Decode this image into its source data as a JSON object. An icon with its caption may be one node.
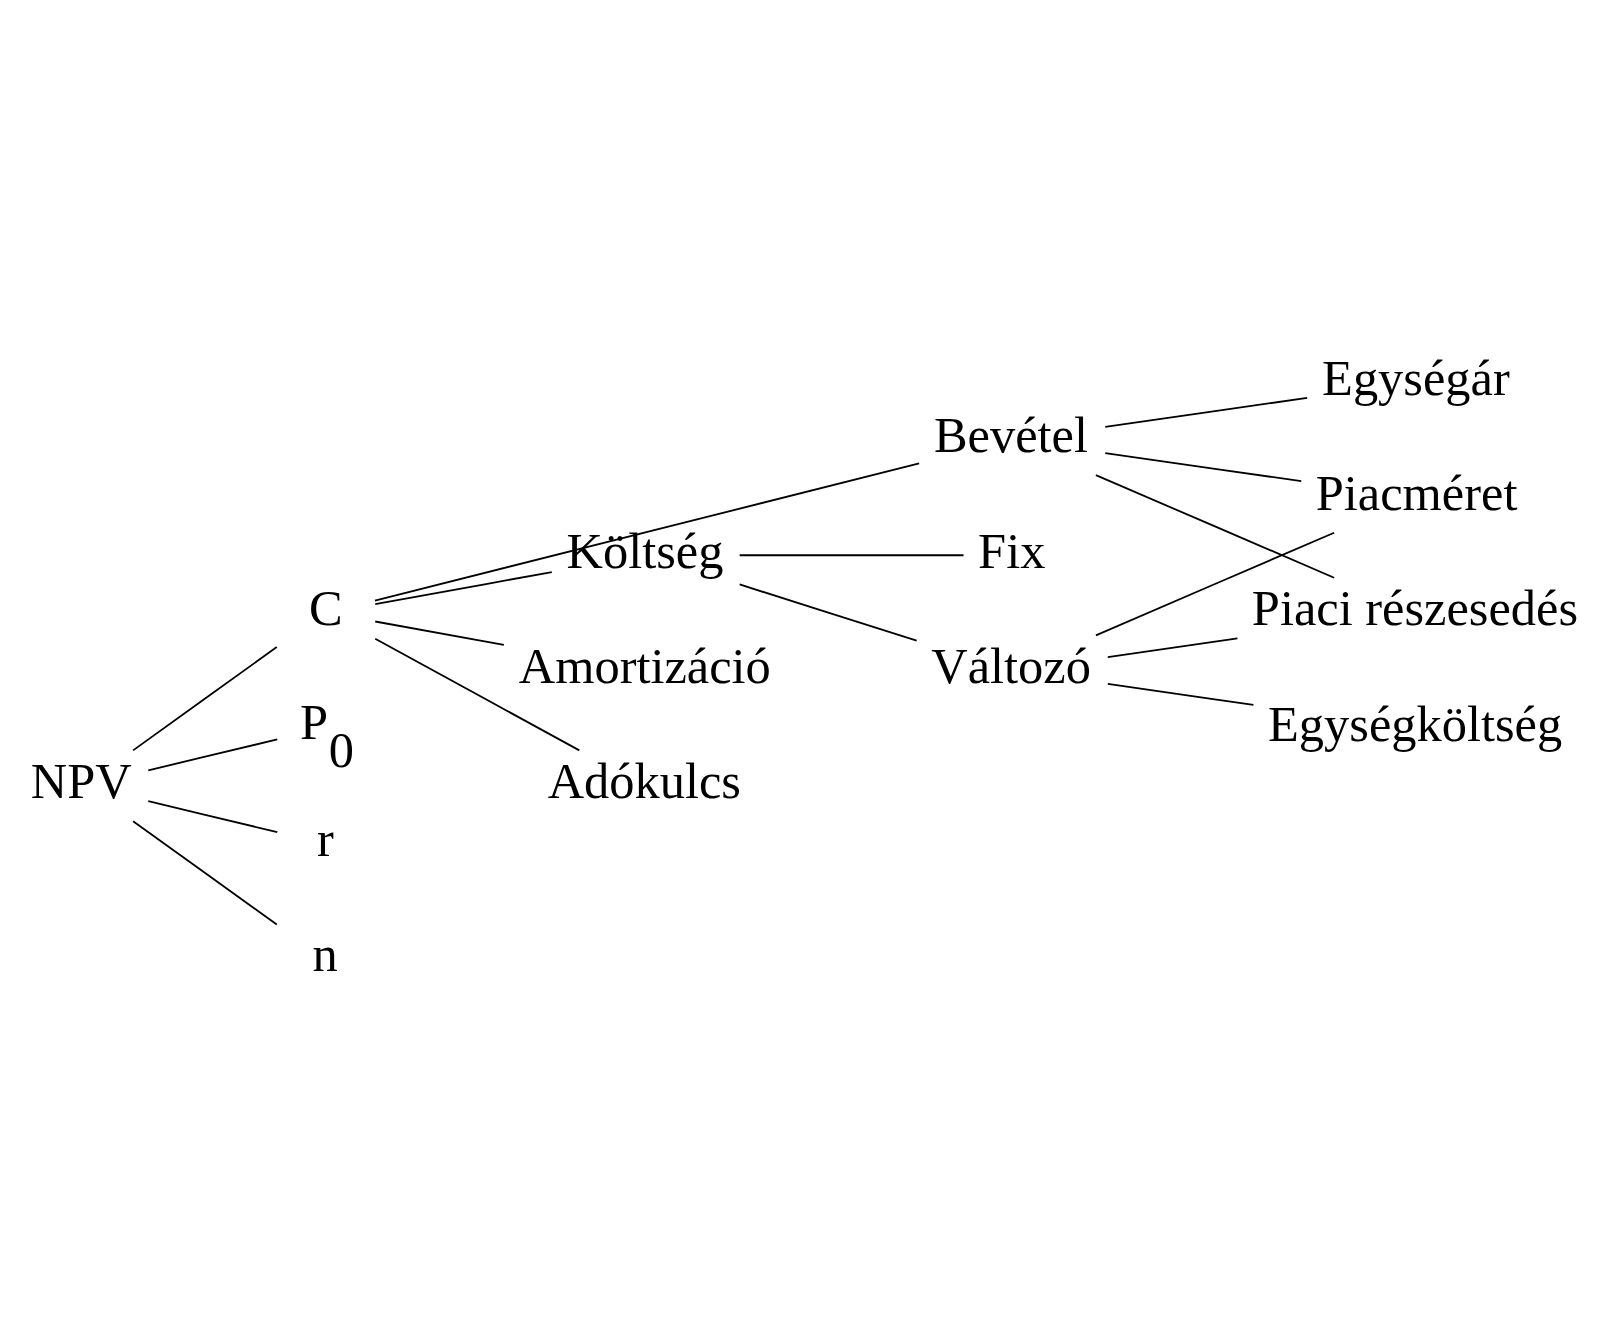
{
  "diagram": {
    "nodes": [
      {
        "text": [
          "NPV"
        ]
      },
      {
        "text": [
          "C"
        ]
      },
      {
        "text": [
          "P$_{0}$"
        ]
      },
      {
        "text": [
          "r"
        ]
      },
      {
        "text": [
          "n"
        ]
      },
      {
        "text": [
          "Bevétel"
        ]
      },
      {
        "text": [
          "Költség"
        ]
      },
      {
        "text": [
          "Amortizáció"
        ]
      },
      {
        "text": [
          "Adókulcs"
        ]
      },
      {
        "text": [
          "Változó"
        ]
      },
      {
        "text": [
          "Fix"
        ]
      },
      {
        "text": [
          "Egységár"
        ]
      },
      {
        "text": [
          "Piacméret"
        ]
      },
      {
        "text": [
          "Piaci részesedés"
        ]
      },
      {
        "text": [
          "Egységköltség"
        ]
      }
    ],
    "edges": [
      {
        "from": 0,
        "to": 1,
        "arrow": "none"
      },
      {
        "from": 0,
        "to": 2,
        "arrow": "none"
      },
      {
        "from": 0,
        "to": 3,
        "arrow": "none"
      },
      {
        "from": 0,
        "to": 4,
        "arrow": "none"
      },
      {
        "from": 1,
        "to": 5,
        "arrow": "none"
      },
      {
        "from": 1,
        "to": 6,
        "arrow": "none"
      },
      {
        "from": 1,
        "to": 7,
        "arrow": "none"
      },
      {
        "from": 1,
        "to": 8,
        "arrow": "none"
      },
      {
        "from": 6,
        "to": 9,
        "arrow": "none"
      },
      {
        "from": 6,
        "to": 10,
        "arrow": "none"
      },
      {
        "from": 5,
        "to": 11,
        "arrow": "none"
      },
      {
        "from": 5,
        "to": 12,
        "arrow": "none"
      },
      {
        "from": 5,
        "to": 13,
        "arrow": "none"
      },
      {
        "from": 9,
        "to": 12,
        "arrow": "none"
      },
      {
        "from": 9,
        "to": 13,
        "arrow": "none"
      },
      {
        "from": 9,
        "to": 14,
        "arrow": "none"
      }
    ]
  }
}
